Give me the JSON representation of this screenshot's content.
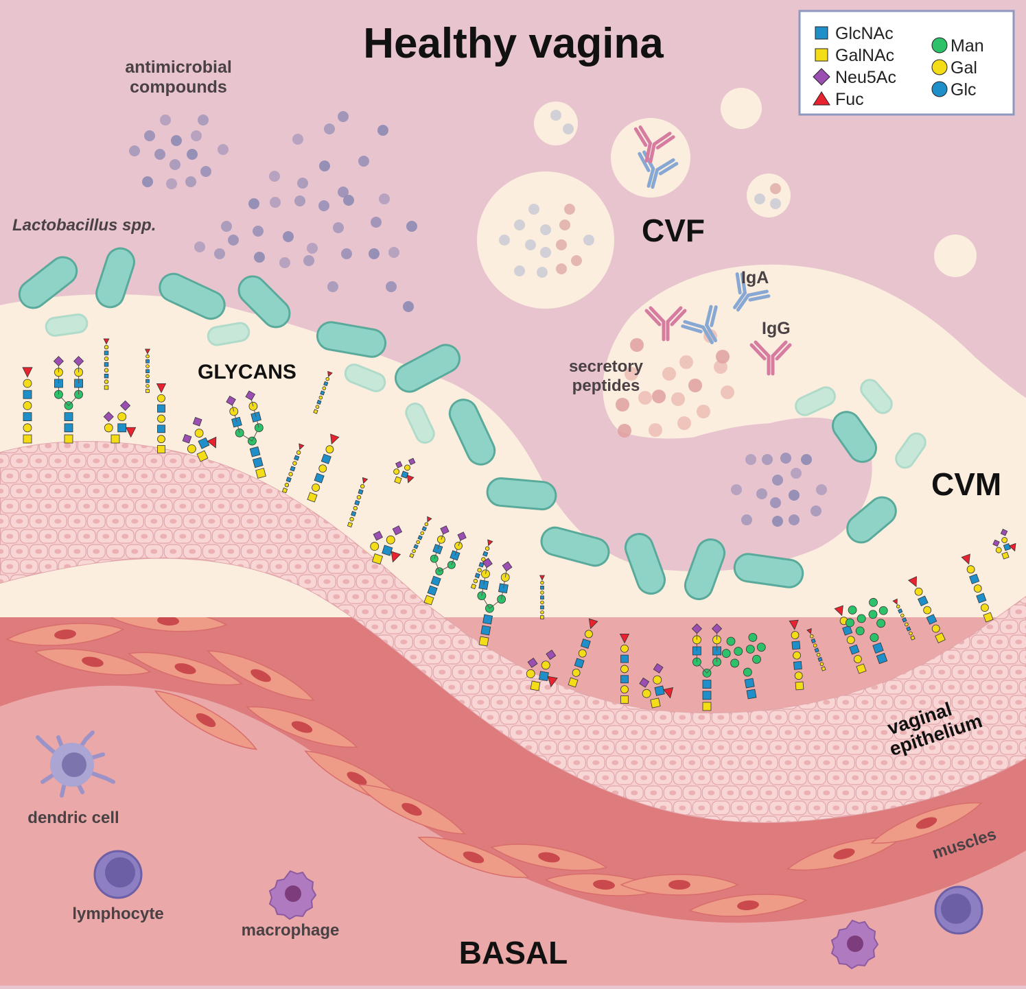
{
  "title": "Healthy vagina",
  "labels": {
    "antimicrobial_1": "antimicrobial",
    "antimicrobial_2": "compounds",
    "lactobacillus": "Lactobacillus spp.",
    "glycans": "GLYCANS",
    "cvf": "CVF",
    "cvm": "CVM",
    "iga": "IgA",
    "igg": "IgG",
    "secretory_1": "secretory",
    "secretory_2": "peptides",
    "vaginal_1": "vaginal",
    "vaginal_2": "epithelium",
    "muscles": "muscles",
    "dendric": "dendric cell",
    "lymphocyte": "lymphocyte",
    "macrophage": "macrophage",
    "basal": "BASAL"
  },
  "legend": {
    "left": [
      {
        "label": "GlcNAc",
        "shape": "square",
        "color": "#1e8fc9"
      },
      {
        "label": "GalNAc",
        "shape": "square",
        "color": "#f4dc16"
      },
      {
        "label": "Neu5Ac",
        "shape": "diamond",
        "color": "#9c4fb3"
      },
      {
        "label": "Fuc",
        "shape": "triangle",
        "color": "#e8232f"
      }
    ],
    "right": [
      {
        "label": "Man",
        "shape": "circle",
        "color": "#2dc26a"
      },
      {
        "label": "Gal",
        "shape": "circle",
        "color": "#f4dc16"
      },
      {
        "label": "Glc",
        "shape": "circle",
        "color": "#1e8fc9"
      }
    ]
  },
  "colors": {
    "background": "#e8c4cf",
    "mucus": "#fbeede",
    "epithelium": "#f6cfd0",
    "epithelium_outline": "#e2a7ab",
    "muscle": "#dd7b7d",
    "basal": "#eaa8a8",
    "lactobacillus": "#8fd3c7",
    "antimicrobial": "#8e89b3",
    "legend_border": "#8c98bd"
  }
}
